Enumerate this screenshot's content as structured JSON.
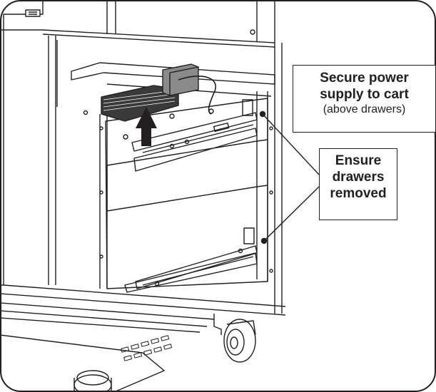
{
  "callouts": {
    "power_supply": {
      "line1": "Secure power",
      "line2": "supply to cart",
      "line3": "(above drawers)"
    },
    "drawers": {
      "line1": "Ensure",
      "line2": "drawers",
      "line3": "removed"
    }
  },
  "colors": {
    "line": "#231f20",
    "background": "#ffffff",
    "heatsink": "#3a3a3a",
    "arrow": "#231f20"
  },
  "icons": {
    "direction_arrow": "up-arrow-icon",
    "leader_lines": "leader-line"
  }
}
